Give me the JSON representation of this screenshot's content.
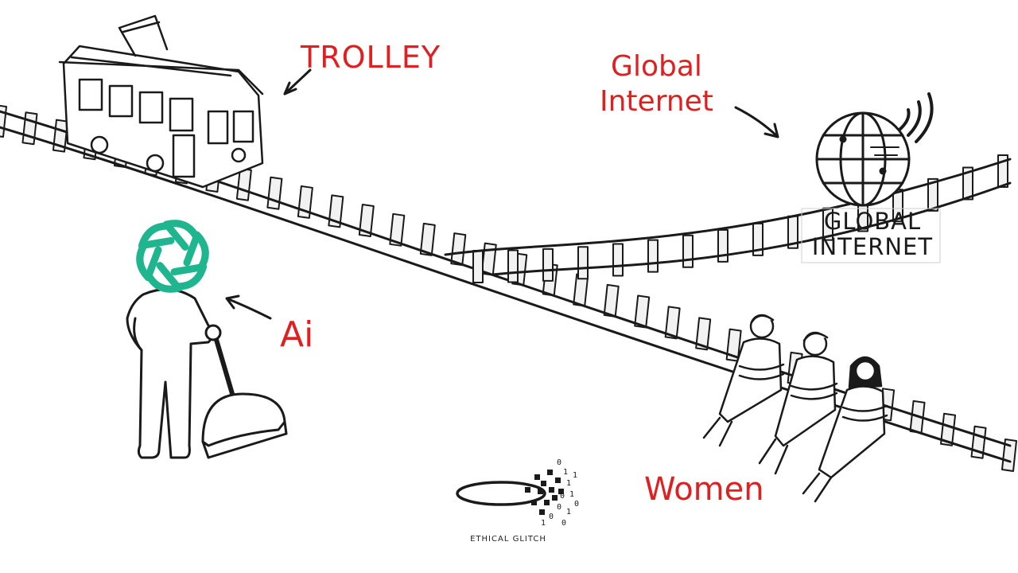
{
  "labels": {
    "trolley": "TROLLEY",
    "global_line1": "Global",
    "global_line2": "Internet",
    "ai": "Ai",
    "women": "Women"
  },
  "sign": {
    "line1": "GLOBAL",
    "line2": "INTERNET"
  },
  "logo": {
    "text": "ETHICAL GLITCH",
    "digits": [
      "0",
      "1",
      "1",
      "0",
      "1",
      "0",
      "0",
      "1",
      "1",
      "0",
      "1",
      "0"
    ]
  },
  "colors": {
    "label_red": "#e02020",
    "ai_logo_teal": "#1fb58f",
    "ink": "#1a1a1a"
  },
  "icons": {
    "ai_head": "openai-logo-icon",
    "globe": "globe-icon",
    "wifi": "wifi-signal-icon"
  }
}
